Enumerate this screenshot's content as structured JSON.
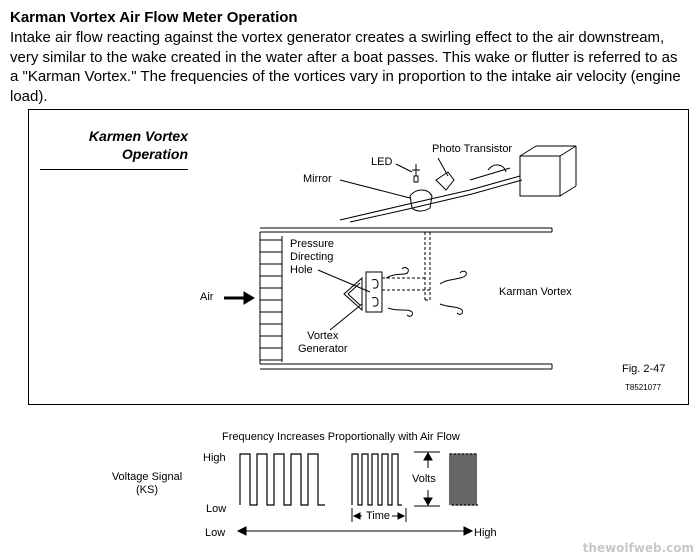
{
  "article": {
    "title": "Karman Vortex Air Flow Meter Operation",
    "body": "Intake air flow reacting against the vortex generator creates a swirling effect to the air downstream, very similar to the wake created in the water after a boat passes. This wake or flutter is referred to as a \"Karman Vortex.\" The frequencies of the vortices vary in proportion to the intake air velocity (engine load)."
  },
  "figure": {
    "heading_line1": "Karmen Vortex",
    "heading_line2": "Operation",
    "labels": {
      "led": "LED",
      "photo_transistor": "Photo Transistor",
      "mirror": "Mirror",
      "pressure_directing_hole_1": "Pressure",
      "pressure_directing_hole_2": "Directing",
      "pressure_directing_hole_3": "Hole",
      "air": "Air",
      "karman_vortex": "Karman Vortex",
      "vortex_generator_1": "Vortex",
      "vortex_generator_2": "Generator"
    },
    "fig_number": "Fig. 2-47",
    "fig_code": "T8521077"
  },
  "signal": {
    "caption": "Frequency Increases Proportionally with Air Flow",
    "voltage_signal_1": "Voltage Signal",
    "voltage_signal_2": "(KS)",
    "high": "High",
    "low": "Low",
    "volts": "Volts",
    "time": "Time",
    "axis_low": "Low",
    "axis_high": "High"
  },
  "watermark": "thewolfweb.com"
}
